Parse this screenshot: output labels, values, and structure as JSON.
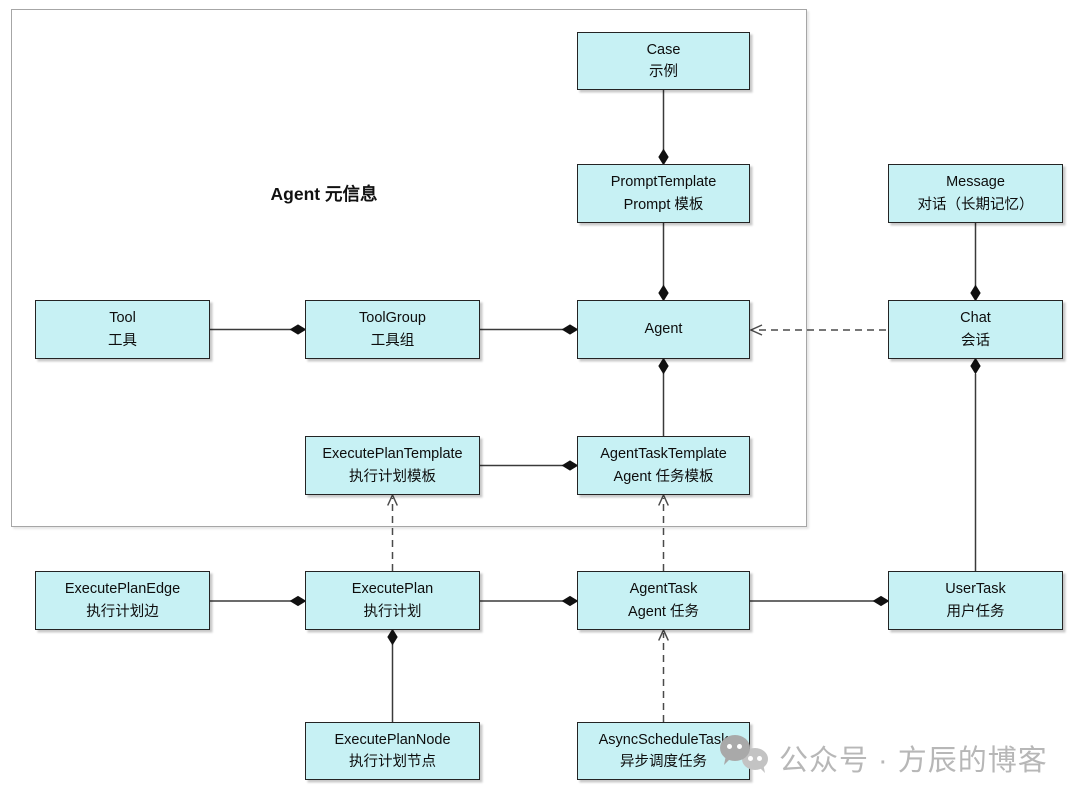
{
  "diagram": {
    "group_label": "Agent 元信息",
    "nodes": {
      "case": {
        "en": "Case",
        "zh": "示例"
      },
      "prompt_template": {
        "en": "PromptTemplate",
        "zh": "Prompt 模板"
      },
      "message": {
        "en": "Message",
        "zh": "对话（长期记忆）"
      },
      "tool": {
        "en": "Tool",
        "zh": "工具"
      },
      "tool_group": {
        "en": "ToolGroup",
        "zh": "工具组"
      },
      "agent": {
        "en": "Agent"
      },
      "chat": {
        "en": "Chat",
        "zh": "会话"
      },
      "execute_plan_template": {
        "en": "ExecutePlanTemplate",
        "zh": "执行计划模板"
      },
      "agent_task_template": {
        "en": "AgentTaskTemplate",
        "zh": "Agent 任务模板"
      },
      "execute_plan_edge": {
        "en": "ExecutePlanEdge",
        "zh": "执行计划边"
      },
      "execute_plan": {
        "en": "ExecutePlan",
        "zh": "执行计划"
      },
      "agent_task": {
        "en": "AgentTask",
        "zh": "Agent 任务"
      },
      "user_task": {
        "en": "UserTask",
        "zh": "用户任务"
      },
      "execute_plan_node": {
        "en": "ExecutePlanNode",
        "zh": "执行计划节点"
      },
      "async_schedule_task": {
        "en": "AsyncScheduleTask",
        "zh": "异步调度任务"
      }
    },
    "edges": [
      {
        "from": "tool",
        "to": "tool_group",
        "style": "solid-diamond"
      },
      {
        "from": "tool_group",
        "to": "agent",
        "style": "solid-diamond"
      },
      {
        "from": "case",
        "to": "prompt_template",
        "style": "solid-diamond"
      },
      {
        "from": "prompt_template",
        "to": "agent",
        "style": "solid-diamond"
      },
      {
        "from": "message",
        "to": "chat",
        "style": "solid-diamond"
      },
      {
        "from": "chat",
        "to": "agent",
        "style": "dashed-arrow"
      },
      {
        "from": "user_task",
        "to": "chat",
        "style": "solid-diamond"
      },
      {
        "from": "execute_plan_template",
        "to": "agent_task_template",
        "style": "solid-diamond"
      },
      {
        "from": "agent_task_template",
        "to": "agent",
        "style": "solid-diamond"
      },
      {
        "from": "execute_plan",
        "to": "execute_plan_template",
        "style": "dashed-arrow"
      },
      {
        "from": "agent_task",
        "to": "agent_task_template",
        "style": "dashed-arrow"
      },
      {
        "from": "execute_plan_edge",
        "to": "execute_plan",
        "style": "solid-diamond"
      },
      {
        "from": "execute_plan",
        "to": "agent_task",
        "style": "solid-diamond"
      },
      {
        "from": "agent_task",
        "to": "user_task",
        "style": "solid-diamond"
      },
      {
        "from": "execute_plan_node",
        "to": "execute_plan",
        "style": "solid-diamond"
      },
      {
        "from": "async_schedule_task",
        "to": "agent_task",
        "style": "dashed-arrow"
      }
    ],
    "colors": {
      "node_fill": "#c7f1f4",
      "node_border": "#242424",
      "group_border": "#a6a6a6",
      "connector": "#3a3a3a",
      "watermark": "#b7b7b7"
    }
  },
  "watermark": {
    "icon": "wechat-icon",
    "text": "公众号 · 方辰的博客"
  }
}
